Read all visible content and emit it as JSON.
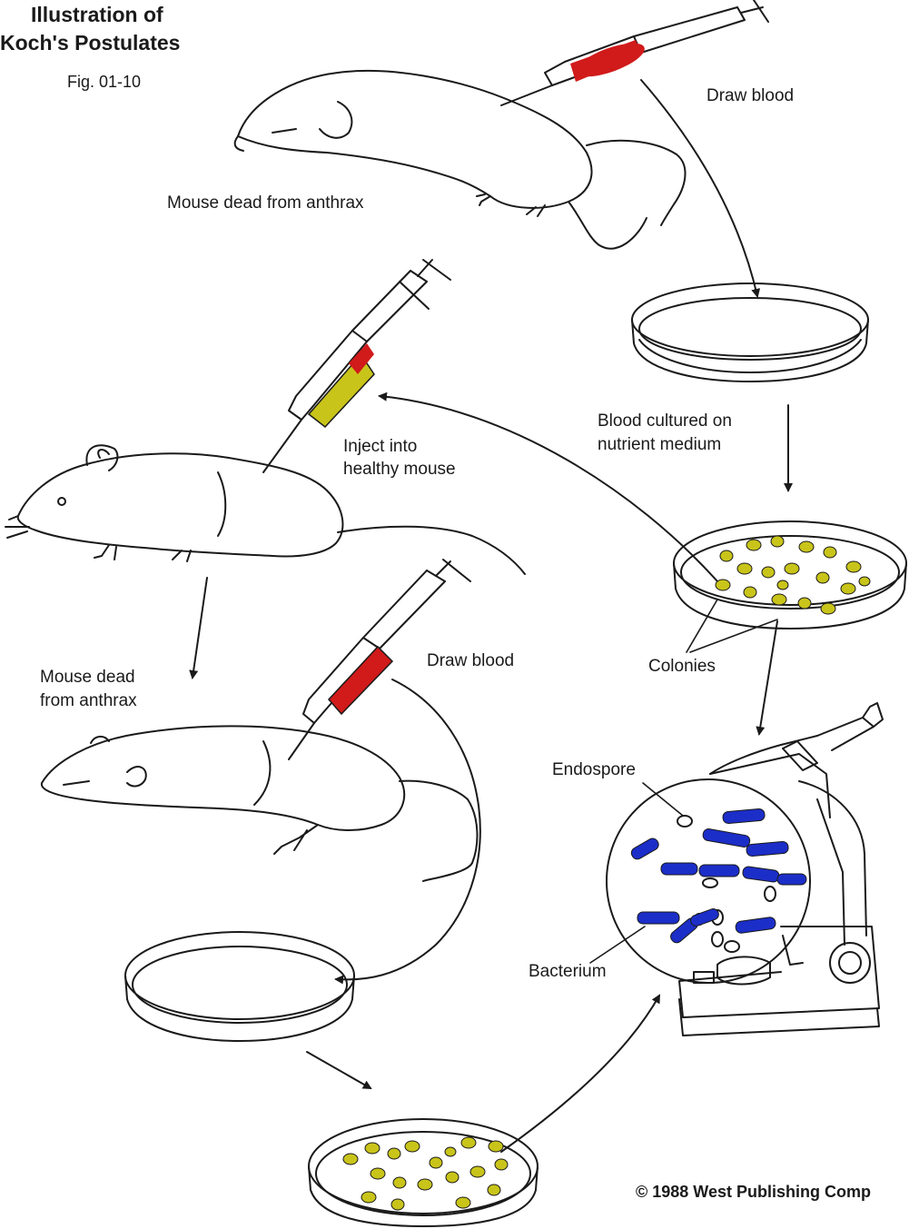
{
  "title": {
    "line1": "Illustration of",
    "line2": "Koch's Postulates",
    "fig": "Fig. 01-10"
  },
  "labels": {
    "mouse_dead_top": "Mouse dead from anthrax",
    "draw_blood_top": "Draw blood",
    "blood_cultured_1": "Blood cultured on",
    "blood_cultured_2": "nutrient medium",
    "inject_1": "Inject into",
    "inject_2": "healthy mouse",
    "colonies": "Colonies",
    "mouse_dead_mid_1": "Mouse dead",
    "mouse_dead_mid_2": "from anthrax",
    "draw_blood_mid": "Draw blood",
    "endospore": "Endospore",
    "bacterium": "Bacterium",
    "copyright": "© 1988 West Publishing Comp"
  },
  "colors": {
    "blood": "#d11a1a",
    "culture": "#c9c41a",
    "bacteria": "#1c2ec8",
    "ink": "#1a1a1a"
  },
  "icons": [
    "mouse-dead",
    "mouse-healthy",
    "syringe",
    "petri-dish",
    "microscope"
  ]
}
